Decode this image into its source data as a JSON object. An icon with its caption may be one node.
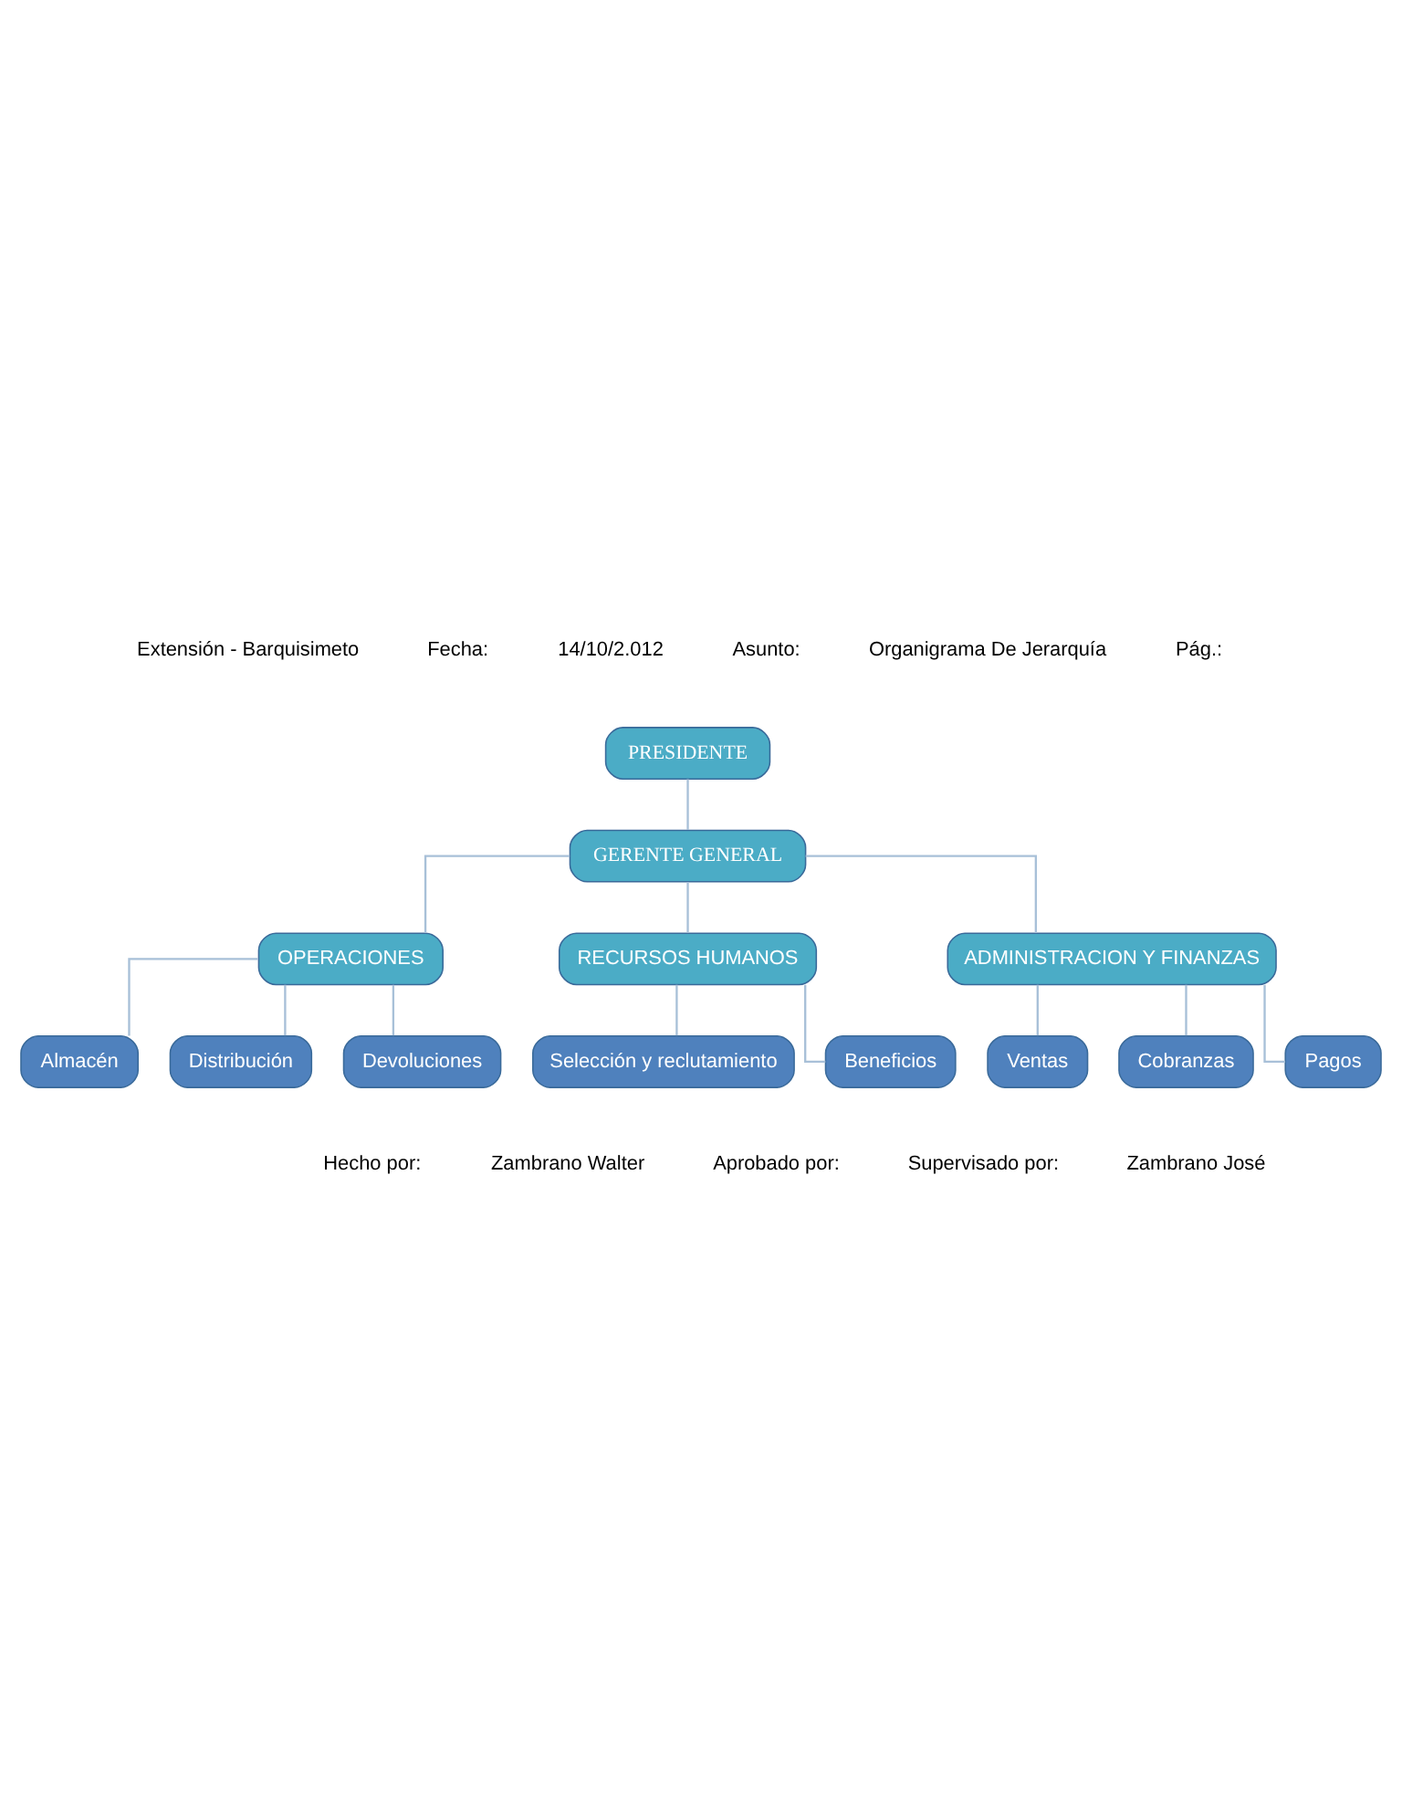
{
  "diagram": {
    "nodes": [
      {
        "text": [
          "PRESIDENTE"
        ]
      },
      {
        "text": [
          "GERENTE GENERAL"
        ]
      },
      {
        "text": [
          "OPERACIONES"
        ]
      },
      {
        "text": [
          "RECURSOS HUMANOS"
        ]
      },
      {
        "text": [
          "ADMINISTRACION Y FINANZAS"
        ]
      },
      {
        "text": [
          "Almacén"
        ]
      },
      {
        "text": [
          "Distribución"
        ]
      },
      {
        "text": [
          "Devoluciones"
        ]
      },
      {
        "text": [
          "Selección y reclutamiento"
        ]
      },
      {
        "text": [
          "Beneficios"
        ]
      },
      {
        "text": [
          "Ventas"
        ]
      },
      {
        "text": [
          "Cobranzas"
        ]
      },
      {
        "text": [
          "Pagos"
        ]
      }
    ],
    "edges": [
      {
        "from": 0,
        "to": 1,
        "arrow": "none"
      },
      {
        "from": 1,
        "to": 2,
        "arrow": "none"
      },
      {
        "from": 1,
        "to": 3,
        "arrow": "none"
      },
      {
        "from": 1,
        "to": 4,
        "arrow": "none"
      },
      {
        "from": 2,
        "to": 5,
        "arrow": "none"
      },
      {
        "from": 2,
        "to": 6,
        "arrow": "none"
      },
      {
        "from": 2,
        "to": 7,
        "arrow": "none"
      },
      {
        "from": 3,
        "to": 8,
        "arrow": "none"
      },
      {
        "from": 3,
        "to": 9,
        "arrow": "none"
      },
      {
        "from": 4,
        "to": 10,
        "arrow": "none"
      },
      {
        "from": 4,
        "to": 11,
        "arrow": "none"
      },
      {
        "from": 4,
        "to": 12,
        "arrow": "none"
      }
    ],
    "labels": [
      "Extensión - Barquisimeto",
      "Fecha:",
      "14/10/2.012",
      "Asunto:",
      "Organigrama De Jerarquía",
      "Pág.:",
      "Hecho por:",
      "Zambrano Walter",
      "Aprobado por:",
      "Supervisado por:",
      "Zambrano José"
    ]
  }
}
